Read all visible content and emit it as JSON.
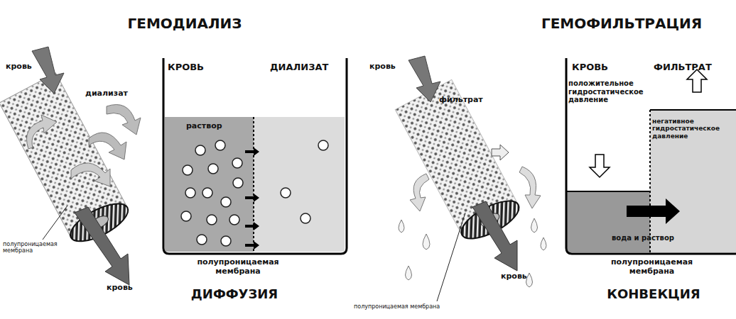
{
  "diagram": {
    "labels": [
      "ГЕМОДИАЛИЗ",
      "ГЕМОФИЛЬТРАЦИЯ",
      "кровь",
      "диализат",
      "полупроницаемая мембрана",
      "кровь",
      "КРОВЬ",
      "ДИАЛИЗАТ",
      "раствор",
      "полупроницаемая мембрана",
      "ДИФФУЗИЯ",
      "кровь",
      "фильтрат",
      "кровь",
      "полупроницаемая мембрана",
      "КРОВЬ",
      "ФИЛЬТРАТ",
      "положительное гидростатическое давление",
      "негативное гидростатическое давление",
      "вода и раствор",
      "полупроницаемая мембрана",
      "КОНВЕКЦИЯ"
    ]
  }
}
